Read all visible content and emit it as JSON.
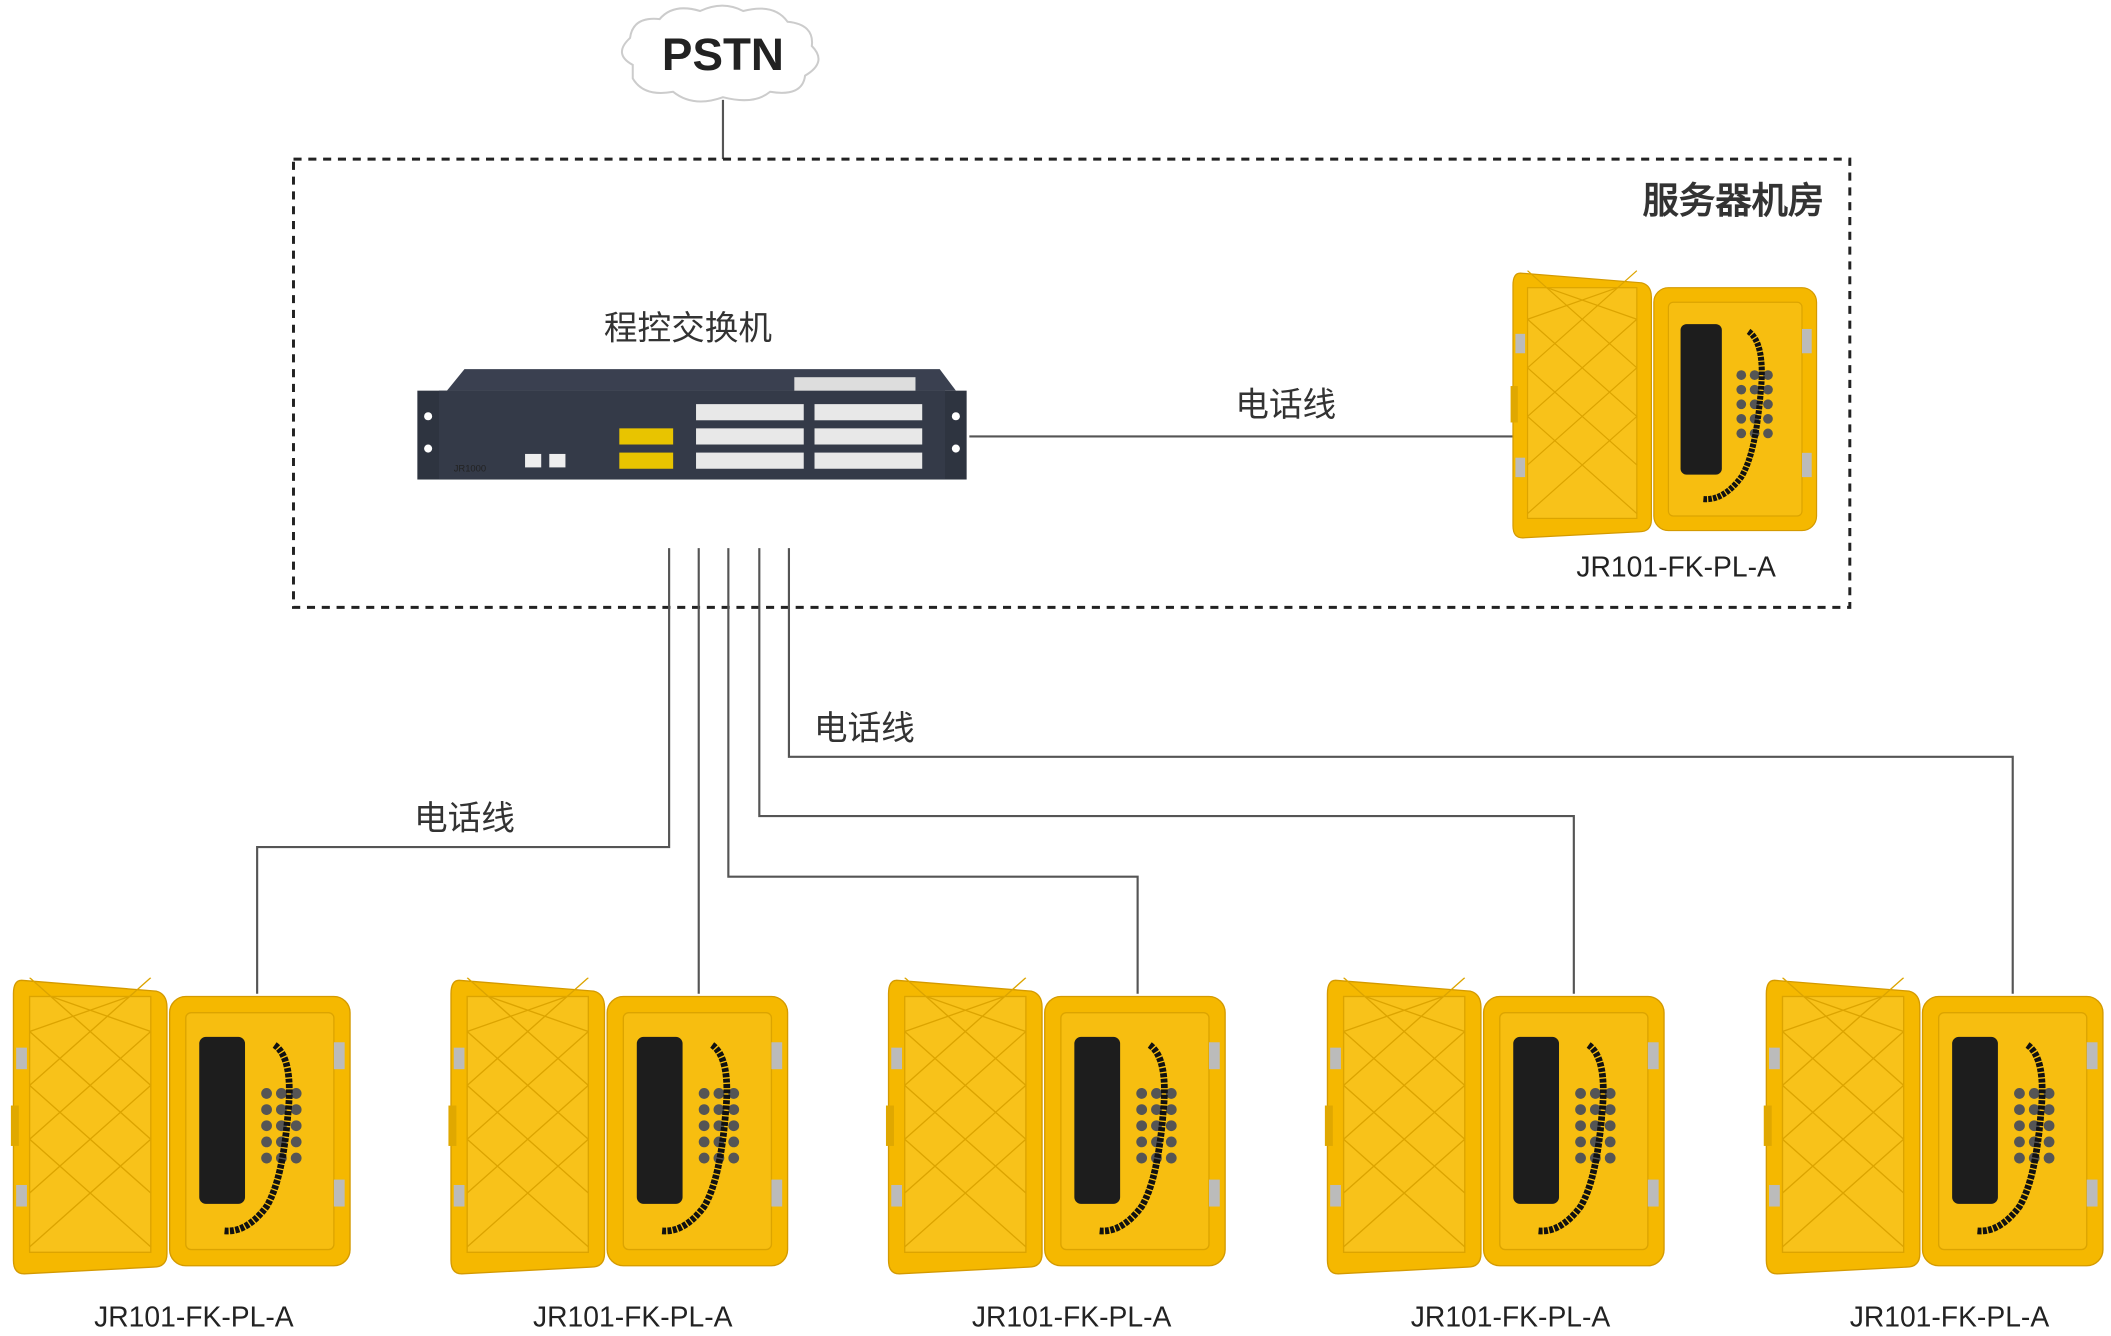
{
  "pstn": {
    "label": "PSTN"
  },
  "server_room": {
    "label": "服务器机房"
  },
  "switch": {
    "title": "程控交换机",
    "model": "JR1000"
  },
  "wires": {
    "label_right": "电话线",
    "label_left": "电话线",
    "label_middle": "电话线"
  },
  "room_phone": {
    "model": "JR101-FK-PL-A"
  },
  "field_phones": [
    {
      "model": "JR101-FK-PL-A"
    },
    {
      "model": "JR101-FK-PL-A"
    },
    {
      "model": "JR101-FK-PL-A"
    },
    {
      "model": "JR101-FK-PL-A"
    },
    {
      "model": "JR101-FK-PL-A"
    }
  ],
  "colors": {
    "phone_yellow": "#F5B800",
    "switch_body": "#2e3440",
    "wire": "#555555"
  }
}
